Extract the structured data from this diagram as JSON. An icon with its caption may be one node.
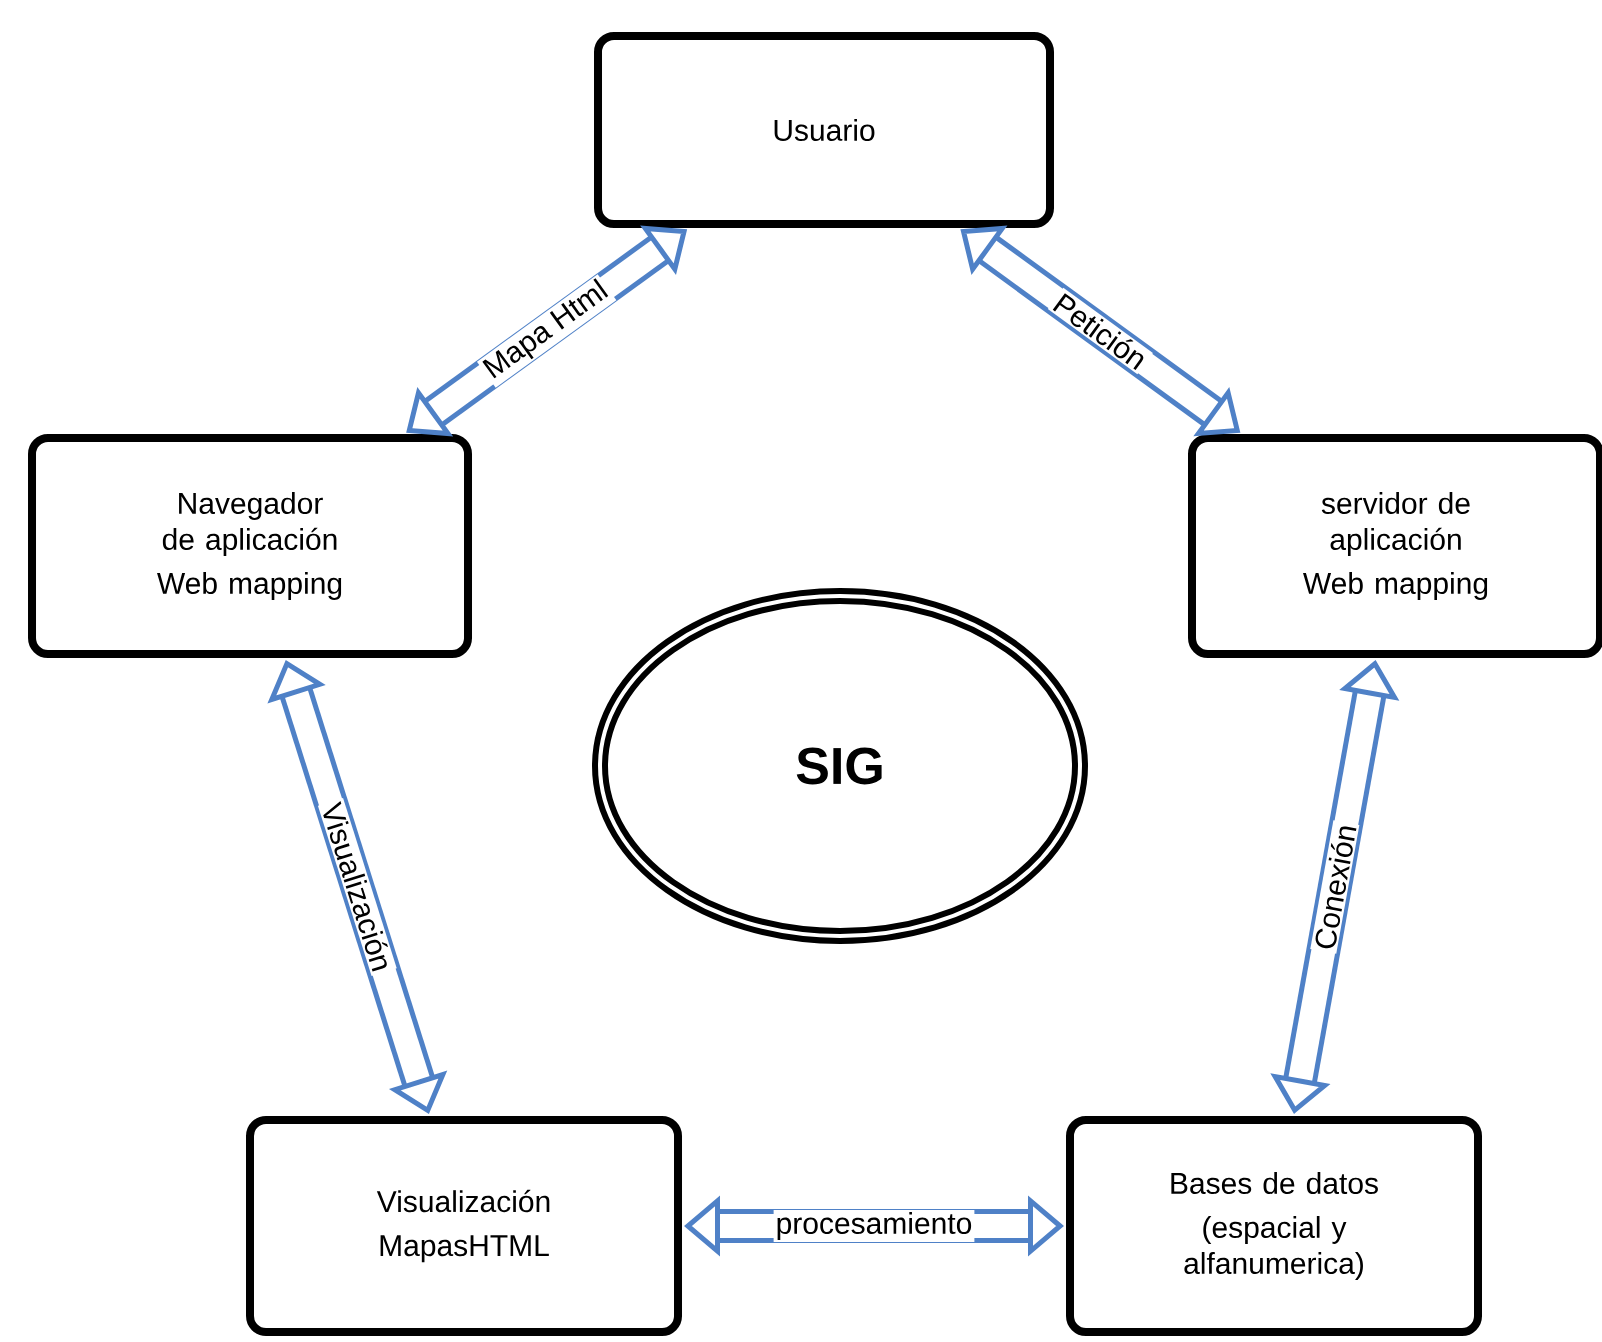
{
  "diagram": {
    "nodes": [
      {
        "text": [
          "Usuario"
        ]
      },
      {
        "text": [
          "Navegador de aplicación",
          "Web mapping"
        ]
      },
      {
        "text": [
          "servidor de aplicación",
          "Web mapping"
        ]
      },
      {
        "text": [
          "SIG"
        ]
      },
      {
        "text": [
          "Visualización",
          "MapasHTML"
        ]
      },
      {
        "text": [
          "Bases de datos",
          "(espacial y alfanumerica)"
        ]
      }
    ],
    "edges": [
      {
        "from": 1,
        "to": 0,
        "arrow": "both",
        "label": "Mapa Html"
      },
      {
        "from": 0,
        "to": 2,
        "arrow": "both",
        "label": "Petición"
      },
      {
        "from": 1,
        "to": 4,
        "arrow": "both",
        "label": "Visualización"
      },
      {
        "from": 2,
        "to": 5,
        "arrow": "both",
        "label": "Conexión"
      },
      {
        "from": 4,
        "to": 5,
        "arrow": "both",
        "label": "procesamiento"
      }
    ]
  }
}
